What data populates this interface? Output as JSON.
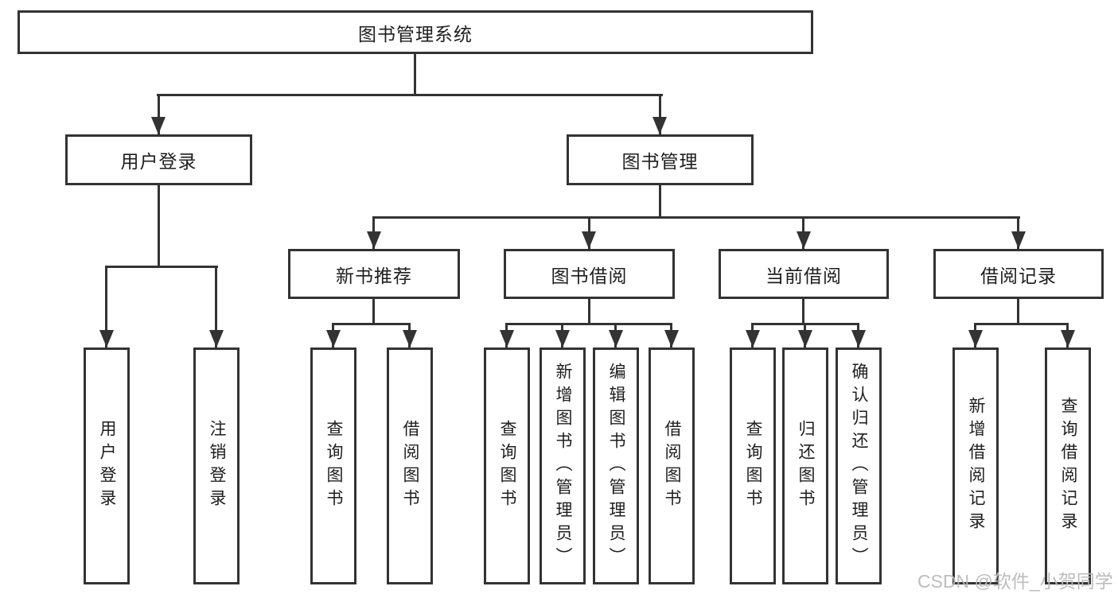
{
  "nodes": {
    "root": "图书管理系统",
    "user_login": "用户登录",
    "book_mgmt": "图书管理",
    "new_book_rec": "新书推荐",
    "book_borrow": "图书借阅",
    "current_borrow": "当前借阅",
    "borrow_records": "借阅记录"
  },
  "leaves": {
    "user": [
      "用户登录",
      "注销登录"
    ],
    "new_book": [
      "查询图书",
      "借阅图书"
    ],
    "book_borrow": [
      "查询图书",
      "新增图书（管理员）",
      "编辑图书（管理员）",
      "借阅图书"
    ],
    "current_borrow": [
      "查询图书",
      "归还图书",
      "确认归还（管理员）"
    ],
    "borrow_records": [
      "新增借阅记录",
      "查询借阅记录"
    ]
  },
  "watermark": {
    "text": "CSDN @软件_小贺同学"
  },
  "colors": {
    "line": "#333333",
    "text": "#1e1e1e",
    "watermark": "#b9b9b9",
    "background": "#ffffff"
  }
}
